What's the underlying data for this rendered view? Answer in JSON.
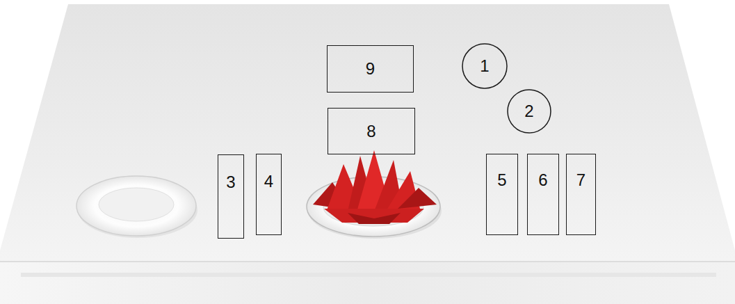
{
  "diagram": {
    "nodes": [
      {
        "text": [
          "9"
        ]
      },
      {
        "text": [
          "1"
        ]
      },
      {
        "text": [
          "2"
        ]
      },
      {
        "text": [
          "8"
        ]
      },
      {
        "text": [
          "3"
        ]
      },
      {
        "text": [
          "4"
        ]
      },
      {
        "text": [
          "5"
        ]
      },
      {
        "text": [
          "6"
        ]
      },
      {
        "text": [
          "7"
        ]
      }
    ]
  }
}
